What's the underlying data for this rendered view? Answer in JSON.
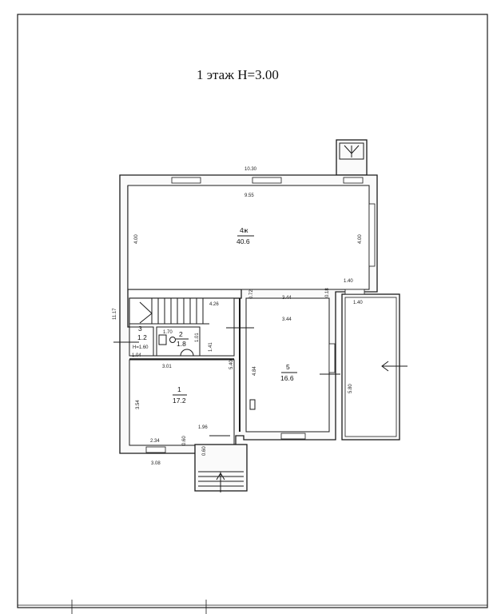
{
  "title": "1 этаж Н=3.00",
  "rooms": [
    {
      "id": "1",
      "number": "1",
      "area": "17.2"
    },
    {
      "id": "2",
      "number": "2",
      "area": "1.8"
    },
    {
      "id": "3",
      "number": "3",
      "area": "1.2",
      "height": "Н=1.60"
    },
    {
      "id": "4",
      "number": "4ж",
      "area": "40.6"
    },
    {
      "id": "5",
      "number": "5",
      "area": "16.6"
    }
  ],
  "dimensions": {
    "top_overall": "10.30",
    "room4_width": "9.55",
    "room4_left_height": "4.00",
    "room4_right_height": "4.00",
    "left_overall": "11.17",
    "stair_width": "4.26",
    "door_offset": "0.72",
    "room5_top_width_a": "3.44",
    "room5_top_width_b": "3.44",
    "wall_offset": "0.18",
    "right_step": "1.40",
    "porch_width": "1.40",
    "room3_width": "1.04",
    "room2_width": "1.70",
    "room2_depth": "1.01",
    "room2_side": "1.41",
    "room1_width": "3.01",
    "room1_height_right": "5.40",
    "room5_height": "4.84",
    "porch_height": "5.80",
    "room1_height_left": "3.54",
    "bottom_width_a": "1.96",
    "bottom_width_b": "2.34",
    "bottom_small_a": "0.60",
    "bottom_small_b": "0.60",
    "bottom_overall": "3.08"
  },
  "colors": {
    "line": "#1a1a1a",
    "paper": "#ffffff"
  }
}
